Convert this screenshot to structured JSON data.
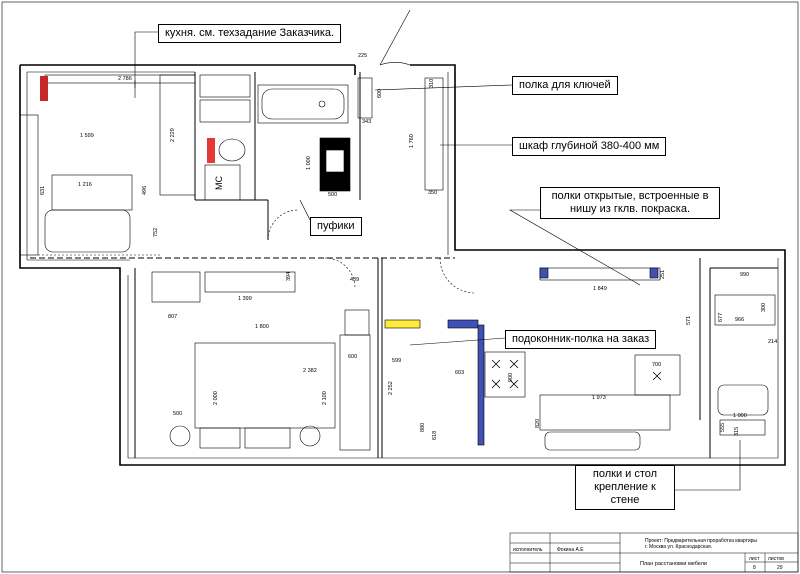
{
  "callouts": {
    "kitchen": "кухня. см. техзадание Заказчика.",
    "key_shelf": "полка для ключей",
    "wardrobe": "шкаф глубиной 380-400 мм",
    "open_shelves": "полки открытые, встроенные в нишу из гклв. покраска.",
    "poufs": "пуфики",
    "sill_shelf": "подоконник-полка на заказ",
    "shelves_desk": "полки и стол крепление к стене"
  },
  "room_labels": {
    "mc": "МС"
  },
  "dimensions": {
    "d2786": "2 786",
    "d1599": "1 599",
    "d2229": "2 229",
    "d1216": "1 216",
    "d631": "631",
    "d496": "496",
    "d752": "752",
    "d225": "225",
    "d600a": "600",
    "d310": "310",
    "d343": "343",
    "d1760": "1 760",
    "d350": "350",
    "d1000a": "1 000",
    "d500a": "500",
    "d394": "394",
    "d1399": "1 399",
    "d807": "807",
    "d1800": "1 800",
    "d439": "439",
    "d2382": "2 382",
    "d2000": "2 000",
    "d2100": "2 100",
    "d600b": "600",
    "d500b": "500",
    "d599": "599",
    "d603": "603",
    "d2252": "2 252",
    "d880": "880",
    "d618": "618",
    "d900": "900",
    "d1849": "1 849",
    "d251": "251",
    "d571": "571",
    "d700": "700",
    "d1973": "1 973",
    "d820": "820",
    "d990": "990",
    "d677": "677",
    "d966": "966",
    "d300": "300",
    "d214": "214",
    "d1000b": "1 000",
    "d555": "555",
    "d315": "315"
  },
  "title_block": {
    "role_label": "исполнитель",
    "author": "Фокина А.Е",
    "project_line1": "Проект: Предварительная проработка квартиры",
    "project_line2": "г. Москва ул. Краснодарская.",
    "sheet_title": "План расстановки мебели",
    "sheet_label": "лист",
    "sheets_label": "листов",
    "sheet_number": "8",
    "sheets_total": "29"
  }
}
